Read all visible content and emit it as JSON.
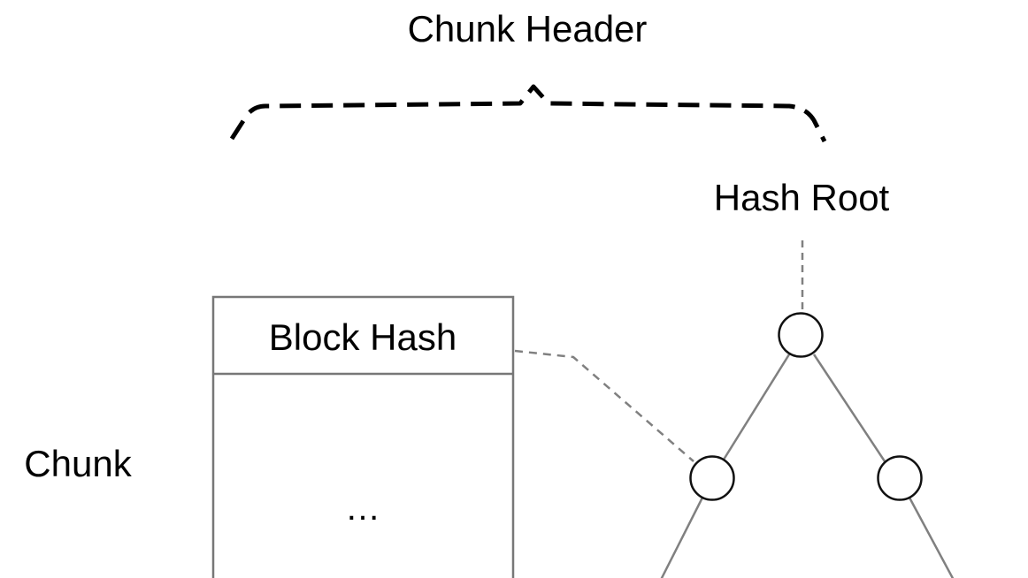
{
  "labels": {
    "chunk_header": "Chunk Header",
    "hash_root": "Hash Root",
    "chunk": "Chunk",
    "block_hash": "Block Hash",
    "ellipsis": "…"
  },
  "colors": {
    "brace": "#000000",
    "box_stroke": "#777777",
    "tree_stroke": "#808080",
    "dashed_link": "#808080",
    "node_stroke": "#111111"
  }
}
